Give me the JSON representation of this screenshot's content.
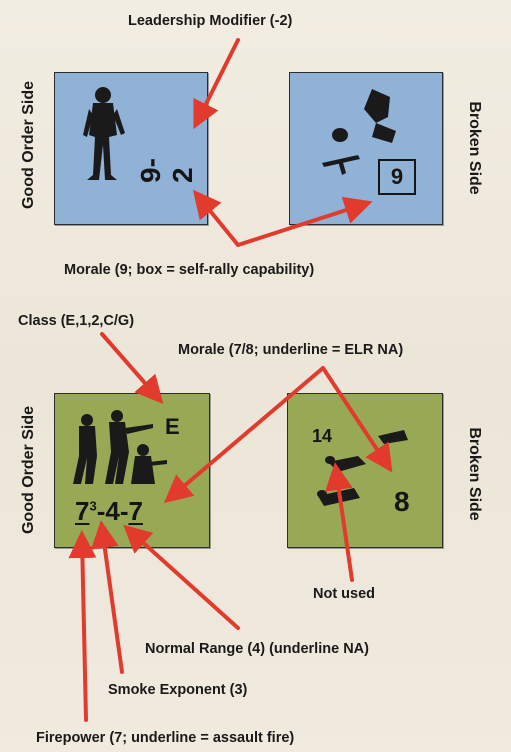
{
  "top": {
    "leadership_label": "Leadership Modifier (-2)",
    "good_order_side": "Good Order Side",
    "broken_side": "Broken Side",
    "good_counter_value": "9-2",
    "broken_counter_value": "9",
    "morale_label": "Morale (9; box = self-rally capability)"
  },
  "bottom": {
    "class_label": "Class (E,1,2,C/G)",
    "morale_label": "Morale (7/8; underline = ELR NA)",
    "good_order_side": "Good Order Side",
    "broken_side": "Broken Side",
    "class_letter": "E",
    "firepower": "7",
    "smoke_exponent": "3",
    "range_part": "-4-",
    "morale_value": "7",
    "broken_unused_value": "14",
    "broken_morale": "8",
    "not_used_label": "Not used",
    "normal_range_label": "Normal Range (4) (underline NA)",
    "smoke_label": "Smoke Exponent (3)",
    "firepower_label": "Firepower (7; underline = assault fire)"
  },
  "colors": {
    "arrow": "#e23a2c",
    "blue_counter": "#8fb2d6",
    "green_counter": "#97a955"
  }
}
